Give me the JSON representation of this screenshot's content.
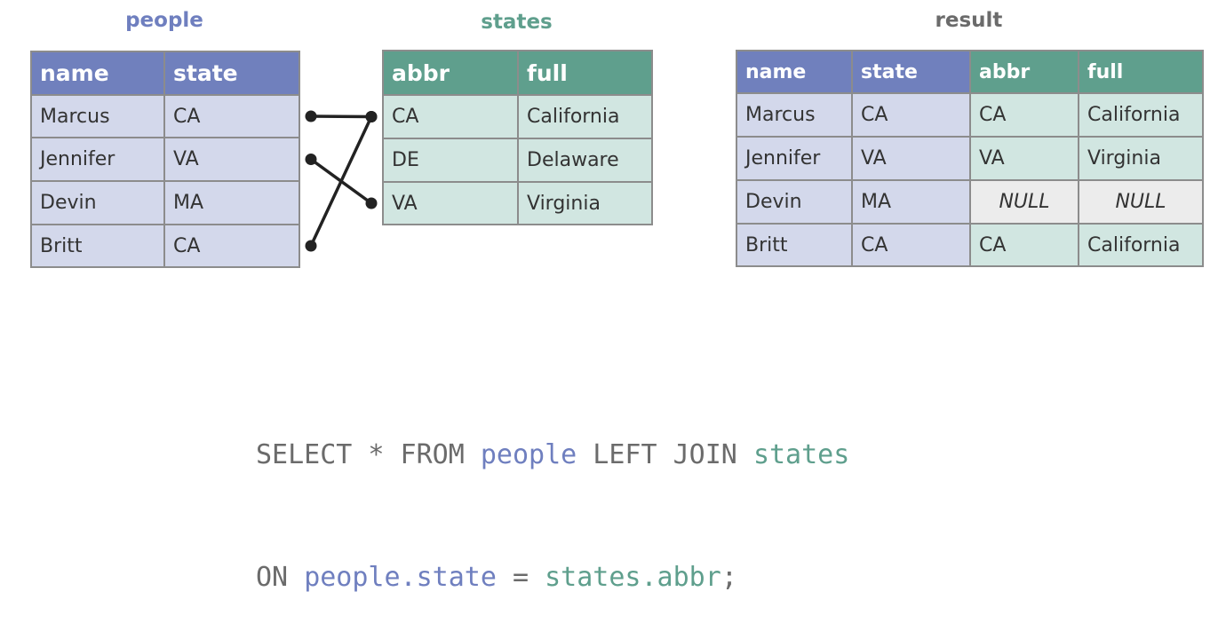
{
  "titles": {
    "people": "people",
    "states": "states",
    "result": "result"
  },
  "colors": {
    "people_title": "#6f7fbf",
    "states_title": "#5f9f8d",
    "result_title": "#6b6b6b",
    "people_header": "#7080bd",
    "states_header": "#5f9f8d",
    "people_cell": "#d3d8eb",
    "states_cell": "#d1e6e1",
    "null_cell": "#ececec",
    "connector": "#222222"
  },
  "people": {
    "headers": [
      "name",
      "state"
    ],
    "rows": [
      [
        "Marcus",
        "CA"
      ],
      [
        "Jennifer",
        "VA"
      ],
      [
        "Devin",
        "MA"
      ],
      [
        "Britt",
        "CA"
      ]
    ]
  },
  "states": {
    "headers": [
      "abbr",
      "full"
    ],
    "rows": [
      [
        "CA",
        "California"
      ],
      [
        "DE",
        "Delaware"
      ],
      [
        "VA",
        "Virginia"
      ]
    ]
  },
  "result": {
    "headers": [
      "name",
      "state",
      "abbr",
      "full"
    ],
    "rows": [
      [
        "Marcus",
        "CA",
        "CA",
        "California"
      ],
      [
        "Jennifer",
        "VA",
        "VA",
        "Virginia"
      ],
      [
        "Devin",
        "MA",
        "NULL",
        "NULL"
      ],
      [
        "Britt",
        "CA",
        "CA",
        "California"
      ]
    ]
  },
  "connections": [
    {
      "from_row": 0,
      "to_row": 0
    },
    {
      "from_row": 1,
      "to_row": 2
    },
    {
      "from_row": 3,
      "to_row": 0
    }
  ],
  "sql": {
    "line1": [
      "SELECT * FROM ",
      "people",
      " LEFT JOIN ",
      "states"
    ],
    "line2": [
      "ON ",
      "people.state",
      " = ",
      "states.abbr",
      ";"
    ]
  }
}
